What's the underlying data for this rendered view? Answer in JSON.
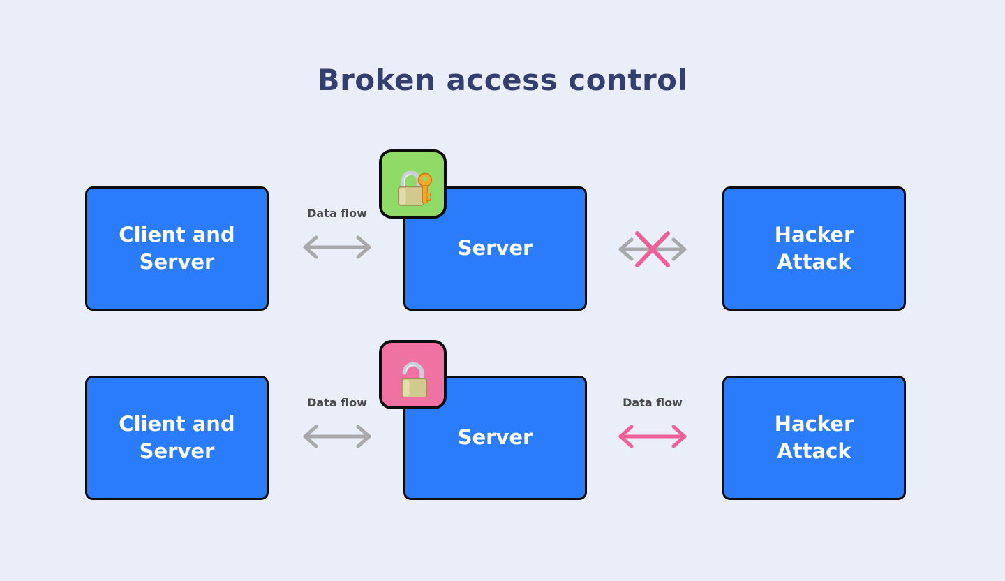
{
  "title": "Broken access control",
  "colors": {
    "background": "#e9eef9",
    "box_fill": "#2a7cfb",
    "box_border": "#0d0d0d",
    "box_text": "#ffffff",
    "title_text": "#333f6e",
    "arrow_gray": "#a9a9ab",
    "label_text": "#4a4a4a",
    "accent_pink": "#ee6097",
    "badge_green": "#90da68",
    "badge_pink": "#ef72a2"
  },
  "rows": [
    {
      "client_label": "Client and Server",
      "server_label": "Server",
      "attacker_label": "Hacker Attack",
      "left_arrow_label": "Data flow",
      "lock_icon": "locked-with-key-icon",
      "connection_blocked": true
    },
    {
      "client_label": "Client and Server",
      "server_label": "Server",
      "attacker_label": "Hacker Attack",
      "left_arrow_label": "Data flow",
      "right_arrow_label": "Data flow",
      "lock_icon": "unlocked-icon",
      "connection_blocked": false
    }
  ]
}
